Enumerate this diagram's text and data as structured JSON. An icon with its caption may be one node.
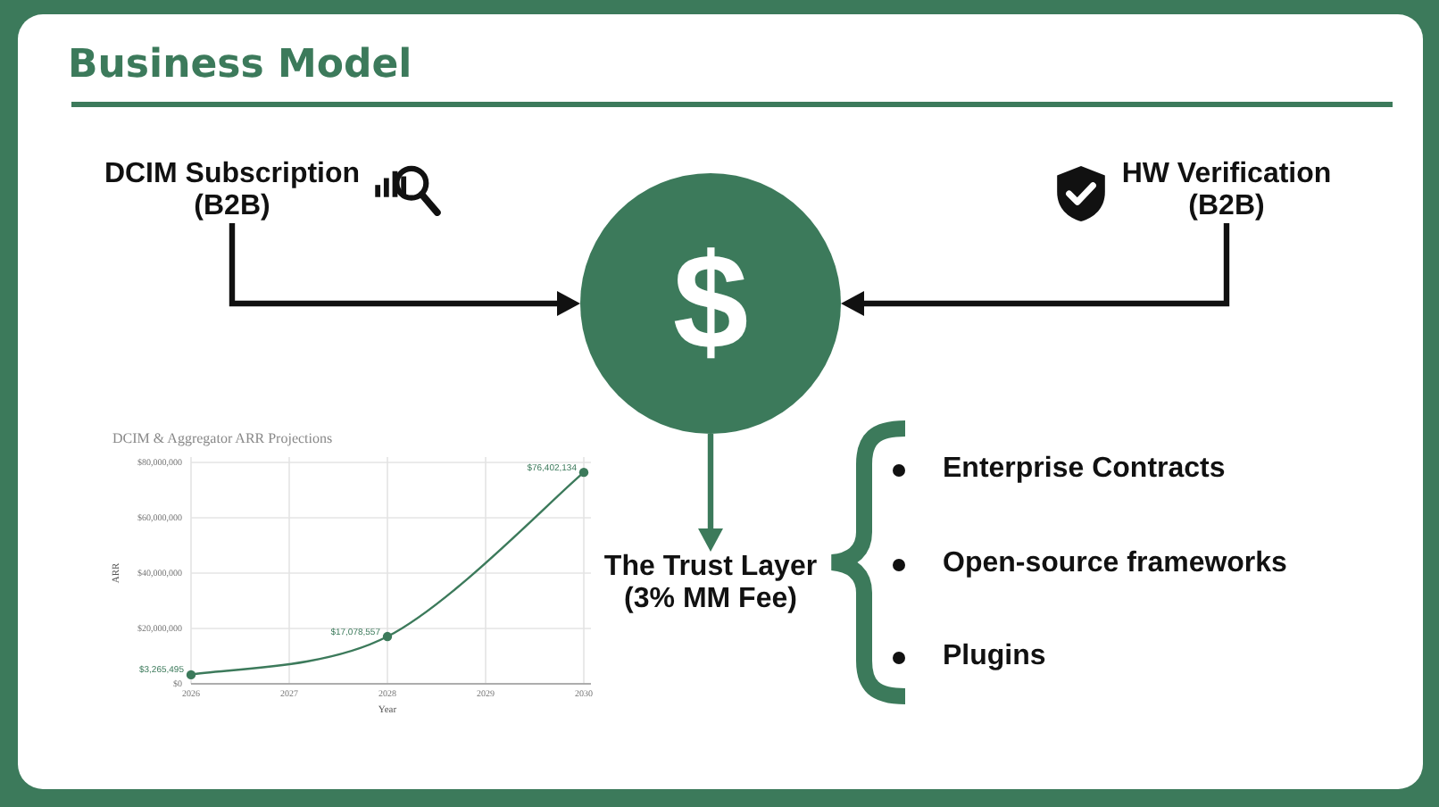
{
  "diagram": {
    "title": "Business Model",
    "nodes": [
      {
        "text": [
          "DCIM Subscription (B2B)"
        ]
      },
      {
        "text": [
          "HW Verification (B2B)"
        ]
      },
      {
        "text": [
          "$"
        ]
      },
      {
        "text": [
          "The Trust Layer (3% MM Fee)"
        ]
      }
    ],
    "edges": [
      {
        "from": 0,
        "to": 2,
        "arrow": "to"
      },
      {
        "from": 1,
        "to": 2,
        "arrow": "to"
      },
      {
        "from": 2,
        "to": 3,
        "arrow": "to",
        "color": "#3c7a5b"
      }
    ],
    "labels": [
      "Enterprise Contracts",
      "Open-source frameworks",
      "Plugins"
    ],
    "chart_data": {
      "type": "line",
      "title": "DCIM & Aggregator ARR Projections",
      "xlabel": "Year",
      "ylabel": "ARR",
      "x": [
        2026,
        2028,
        2030
      ],
      "series": [
        {
          "color": "#3c7a5b",
          "marker": "circle",
          "values": [
            3265495,
            17078557,
            76402134
          ]
        }
      ],
      "xlim": [
        2026,
        2030
      ],
      "ylim": [
        0,
        80000000
      ],
      "xticks": [
        2026,
        2027,
        2028,
        2029,
        2030
      ],
      "yticks": [
        {
          "value": 0,
          "label": "$0"
        },
        {
          "value": 20000000,
          "label": "$20,000,000"
        },
        {
          "value": 40000000,
          "label": "$40,000,000"
        },
        {
          "value": 60000000,
          "label": "$60,000,000"
        },
        {
          "value": 80000000,
          "label": "$80,000,000"
        }
      ],
      "grid": true,
      "value_labels": [
        "$3,265,495",
        "$17,078,557",
        "$76,402,134"
      ]
    }
  }
}
